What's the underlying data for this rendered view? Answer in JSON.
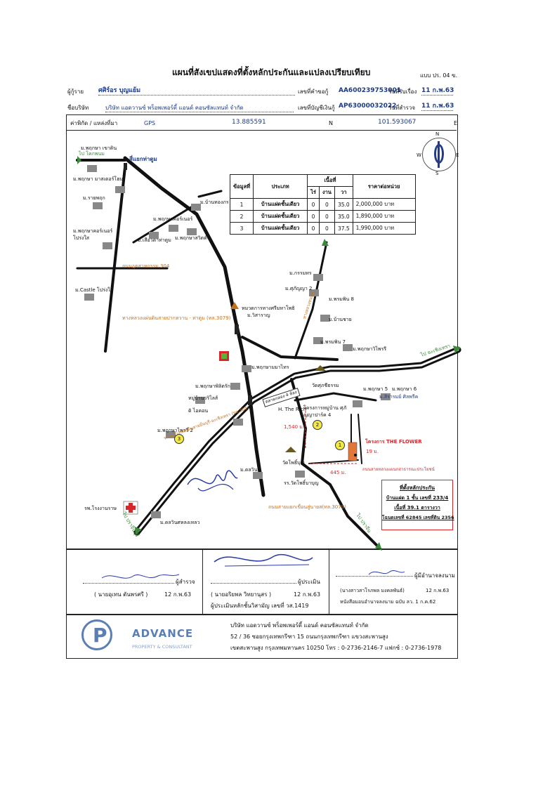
{
  "header": {
    "title": "แผนที่สังเขปแสดงที่ตั้งหลักประกันและแปลงเปรียบเทียบ",
    "form_code": "แบบ ปร. 04 ข."
  },
  "info": {
    "borrower_label": "ผู้กู้ราย",
    "borrower_name": "ศศิร์อร บุญแย้ม",
    "request_no_label": "เลขที่คำขอกู้",
    "request_no": "AA600239753001",
    "received_label": "วันที่รับเรื่อง",
    "received_date": "11 ก.พ.63",
    "company_label": "ชื่อบริษัท",
    "company_name": "บริษัท แอดวานซ์ พร็อพเพอร์ตี้ แอนด์ คอนซัลแทนท์ จำกัด",
    "account_no_label": "เลขที่บัญชีเงินกู้",
    "account_no": "AP63000032022",
    "survey_label": "วันที่สำรวจ",
    "survey_date": "11 ก.พ.63",
    "coords_label": "ค่าพิกัด / แหล่งที่มา",
    "coords_source": "GPS",
    "lat": "13.885591",
    "lat_unit": "N",
    "lng": "101.593067",
    "lng_unit": "E"
  },
  "compass": {
    "n": "N",
    "e": "E",
    "s": "S",
    "w": "W"
  },
  "price_table": {
    "headers": [
      "ข้อมูลที่",
      "ประเภท",
      "เนื้อที่",
      "ราคาต่อหน่วย"
    ],
    "area_headers": [
      "ไร่",
      "งาน",
      "วา"
    ],
    "rows": [
      [
        "1",
        "บ้านแฝดชั้นเดียว",
        "0",
        "0",
        "35.0",
        "2,000,000 บาท"
      ],
      [
        "2",
        "บ้านแฝดชั้นเดียว",
        "0",
        "0",
        "35.0",
        "1,890,000 บาท"
      ],
      [
        "3",
        "บ้านแฝดชั้นเดียว",
        "0",
        "0",
        "37.5",
        "1,990,000 บาท"
      ]
    ]
  },
  "map_labels": {
    "l1": "ม.พฤกษา เขาดิน",
    "l2": "ไป โคกพนม",
    "l3": "สี่แยกท่าตูม",
    "l4": "ม.พฤกษา มาสเตอร์โฮม",
    "l5": "ม.รายพฤก",
    "l6": "ม.พฤกษาคอร์เนอร์ โปร่งใส",
    "l7": "ม.Castle โปร่งใส",
    "l8": "ถนนอุตสาหกรรม 304",
    "l9": "ม.บ้านทองภร",
    "l10": "ม.พฤกษาคอร์เนอร์",
    "l11": "ม.เสือวตาท่าตูม",
    "l12": "ม.พฤกษาสวิตต์",
    "l13": "หมวดการทางศรีมหาโพธิ",
    "l14": "ม.วิสาราญ",
    "l15": "ทางหลวงแผ่นดินสายปากหวาน - ท่าตูม (ทล.3079)",
    "l16": "ม.กรรมทร",
    "l17": "ม.ศุภัญญา 2",
    "l18": "ม.พรมพิน 8",
    "l19": "ม.บ้านชาย",
    "l20": "ม.พรมพิน 7",
    "l21": "ม.พฤกษาวิไพรรี",
    "l22": "ไป ฉะเชิงเทรา",
    "l23": "ม.พฤกษามมาไทร",
    "l24": "ม.พฤกษาพิลิตรัก",
    "l25": "หมู่บ้านวริไลส์",
    "l26": "ดิ ไอคอน",
    "l27": "วัดศุภชีธรรม",
    "l28": "H. The Rich",
    "l29": "ม.พฤกษา 5",
    "l30": "ม.พฤกษา 6",
    "l31": "ม.สิรารมย์ ศิลพรีค",
    "l32": "โครงการหมู่บ้าน ศุภัญญาปาร์ค 4",
    "l33": "ม.พฤกษาไพรวี่ 2",
    "l34": "1,540 ม.",
    "l35": "โครงการ THE FLOWER",
    "l36": "19 ม.",
    "l37": "ถนนสายหลวงแผนกสาธารณะประโยชน์",
    "l38": "445 ม.",
    "l39": "วัดโพธิ์บุญ",
    "l40": "รร.วัดโพธิ์บาบุญ",
    "l41": "ม.ดลวิน",
    "l42": "รพ.โรงงานราษ",
    "l43": "ม.ดลวินศหลงเหลว",
    "l44": "ถนนสายแยกเขื่อนสู่นายส(ทล.3079)",
    "l45": "ไป ปราจีนบุรี",
    "l46": "ไป ปราจีน",
    "l47": "ทางหลวงแผ่นดินสายมีนบุรี-ฉะเชิงเทรา (ทล.304)",
    "l48": "ตลาดกลอง 4 ห้อง",
    "l49": "ทางหลวงชนบท"
  },
  "location_box": {
    "title": "ที่ตั้งหลักประกัน",
    "line1": "บ้านแฝด 1 ชั้น เลขที่ 233/4",
    "line2": "เนื้อที่ 39.1 ตารางวา",
    "line3": "โฉนดเลขที่ 62845 เลขที่ดิน 2356"
  },
  "markers": [
    "1",
    "2",
    "3"
  ],
  "signatures": {
    "surveyor_role": "ผู้สำรวจ",
    "surveyor_name": "( นายอุเทน ตันพรศรี )",
    "surveyor_date": "12 ก.พ.63",
    "appraiser_role": "ผู้ประเมิน",
    "appraiser_name": "( นายอริยพล วิทยานุสร )",
    "appraiser_date": "12 ก.พ.63",
    "appraiser_license": "ผู้ประเมินหลักชั้นวิสามัญ เลขที่ วส.1419",
    "authority_role": "ผู้มีอำนาจลงนาม",
    "authority_name": "(นางสาวสาโรภพล มงคลพันธ์)",
    "authority_date": "12 ก.พ.63",
    "authority_note": "หนังสือมอบอำนาจลงนาม ฉบับ ลว. 1 ก.ค.62"
  },
  "footer": {
    "logo_letter": "P",
    "brand": "ADVANCE",
    "brand_sub": "PROPERTY & CONSULTANT",
    "company": "บริษัท แอดวานซ์ พร็อพเพอร์ตี้ แอนด์ คอนซัลแทนท์ จำกัด",
    "address": "52 / 36 ซอยกรุงเทพกรีฑา 15 ถนนกรุงเทพกรีฑา แขวงสะพานสูง",
    "contact": "เขตสะพานสูง กรุงเทพมหานคร 10250 โทร : 0-2736-2146-7  แฟกซ์ : 0-2736-1978"
  }
}
